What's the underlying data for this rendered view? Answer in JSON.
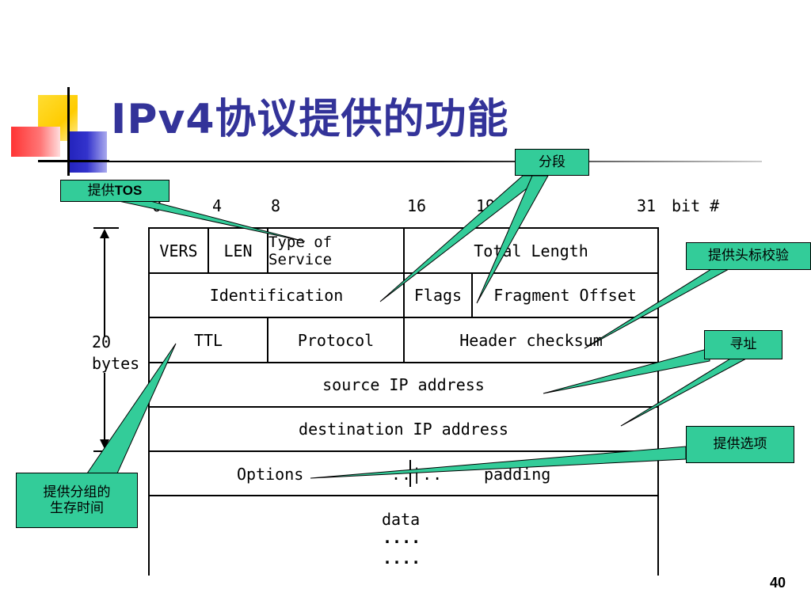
{
  "slide": {
    "title": "IPv4协议提供的功能",
    "page_number": "40"
  },
  "header": {
    "bits": [
      "0",
      "4",
      "8",
      "16",
      "19",
      "31",
      "bit #"
    ]
  },
  "rows": [
    [
      "VERS",
      "LEN",
      "Type of Service",
      "Total Length"
    ],
    [
      "Identification",
      "Flags",
      "Fragment Offset"
    ],
    [
      "TTL",
      "Protocol",
      "Header checksum"
    ],
    [
      "source IP address"
    ],
    [
      "destination IP address"
    ],
    [
      "Options",
      "..|..",
      "padding"
    ],
    [
      "data",
      "....",
      "...."
    ]
  ],
  "size_label": {
    "line1": "20",
    "line2": "bytes"
  },
  "callouts": {
    "tos_prefix": "提供",
    "tos_suffix": "TOS",
    "segment": "分段",
    "checksum": "提供头标校验",
    "addressing": "寻址",
    "options": "提供选项",
    "ttl_line1": "提供分组的",
    "ttl_line2": "生存时间"
  },
  "colors": {
    "title": "#333399",
    "callout_fill": "#33cc99",
    "deco_yellow": "#ffcc00",
    "deco_blue": "#3333cc",
    "deco_red": "#ff5555"
  }
}
